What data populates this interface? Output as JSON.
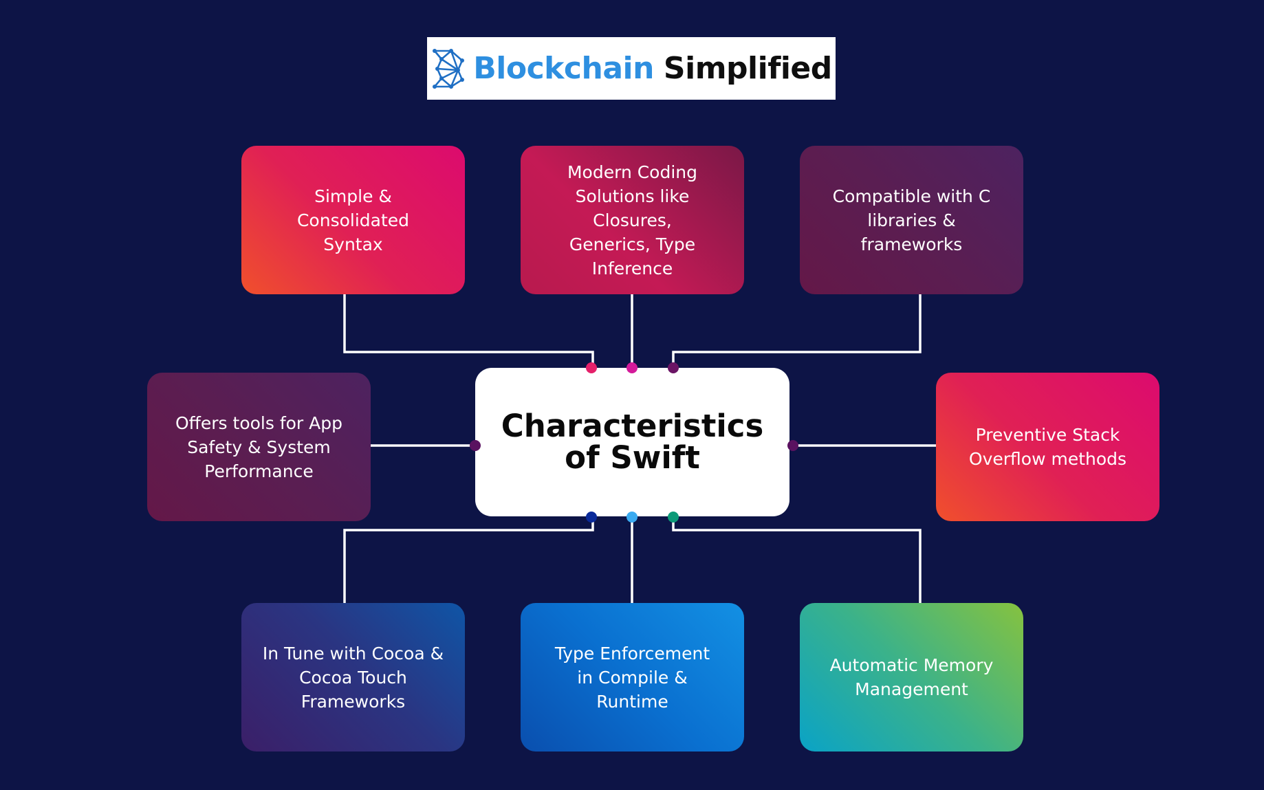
{
  "brand": {
    "name_part1": "Blockchain",
    "name_part2": "Simplified",
    "logo_icon": "blockchain-network-icon",
    "color_blue": "#2e8fe0",
    "color_dark": "#0e0e0e"
  },
  "diagram": {
    "background": "#0d1446",
    "connector_color": "#ffffff",
    "center": {
      "line1": "Characteristics",
      "line2": "of Swift"
    },
    "nodes": {
      "simple_syntax": "Simple & Consolidated Syntax",
      "modern_coding": "Modern Coding Solutions like Closures, Generics, Type Inference",
      "compatible_c": "Compatible with C libraries & frameworks",
      "app_safety": "Offers tools for App Safety & System Performance",
      "stack_overflow": "Preventive Stack Overflow methods",
      "cocoa_touch": "In Tune with Cocoa & Cocoa Touch Frameworks",
      "type_enforcement": "Type Enforcement in Compile & Runtime",
      "memory_management": "Automatic Memory Management"
    },
    "dot_colors": {
      "top_left": "#e5206a",
      "top_mid": "#d41a9a",
      "top_right": "#6b1565",
      "left": "#5a1260",
      "right": "#5a1260",
      "bottom_left": "#0a2a9a",
      "bottom_mid": "#3aaaf0",
      "bottom_right": "#0c9a78"
    }
  }
}
